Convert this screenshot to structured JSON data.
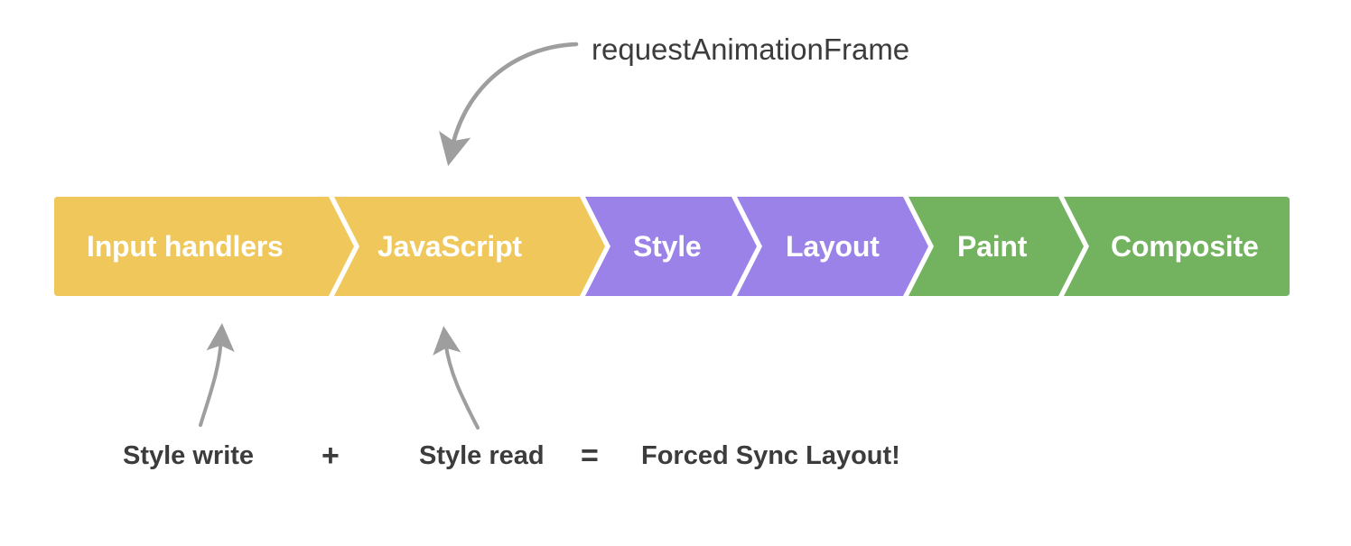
{
  "diagram": {
    "title": "Browser rendering pipeline with forced synchronous layout annotation",
    "background_color": "#ffffff"
  },
  "colors": {
    "yellow": "#efc75b",
    "purple": "#9b82e8",
    "green": "#73b35f",
    "arrow_gray": "#9e9e9e",
    "text_dark": "#3c3c3c",
    "label_white": "#ffffff"
  },
  "pipeline": {
    "stages": [
      {
        "label": "Input handlers",
        "group": "script",
        "color": "#efc75b"
      },
      {
        "label": "JavaScript",
        "group": "script",
        "color": "#efc75b"
      },
      {
        "label": "Style",
        "group": "render",
        "color": "#9b82e8"
      },
      {
        "label": "Layout",
        "group": "render",
        "color": "#9b82e8"
      },
      {
        "label": "Paint",
        "group": "raster",
        "color": "#73b35f"
      },
      {
        "label": "Composite",
        "group": "raster",
        "color": "#73b35f"
      }
    ]
  },
  "annotations": {
    "raf": {
      "label": "requestAnimationFrame",
      "points_to_stage": "JavaScript"
    },
    "arrow_left": {
      "points_to_stage": "Input handlers"
    },
    "arrow_right": {
      "points_to_stage": "JavaScript"
    }
  },
  "equation": {
    "term_one": "Style write",
    "operator_plus": "+",
    "term_two": "Style read",
    "operator_equals": "=",
    "result": "Forced Sync Layout!"
  }
}
